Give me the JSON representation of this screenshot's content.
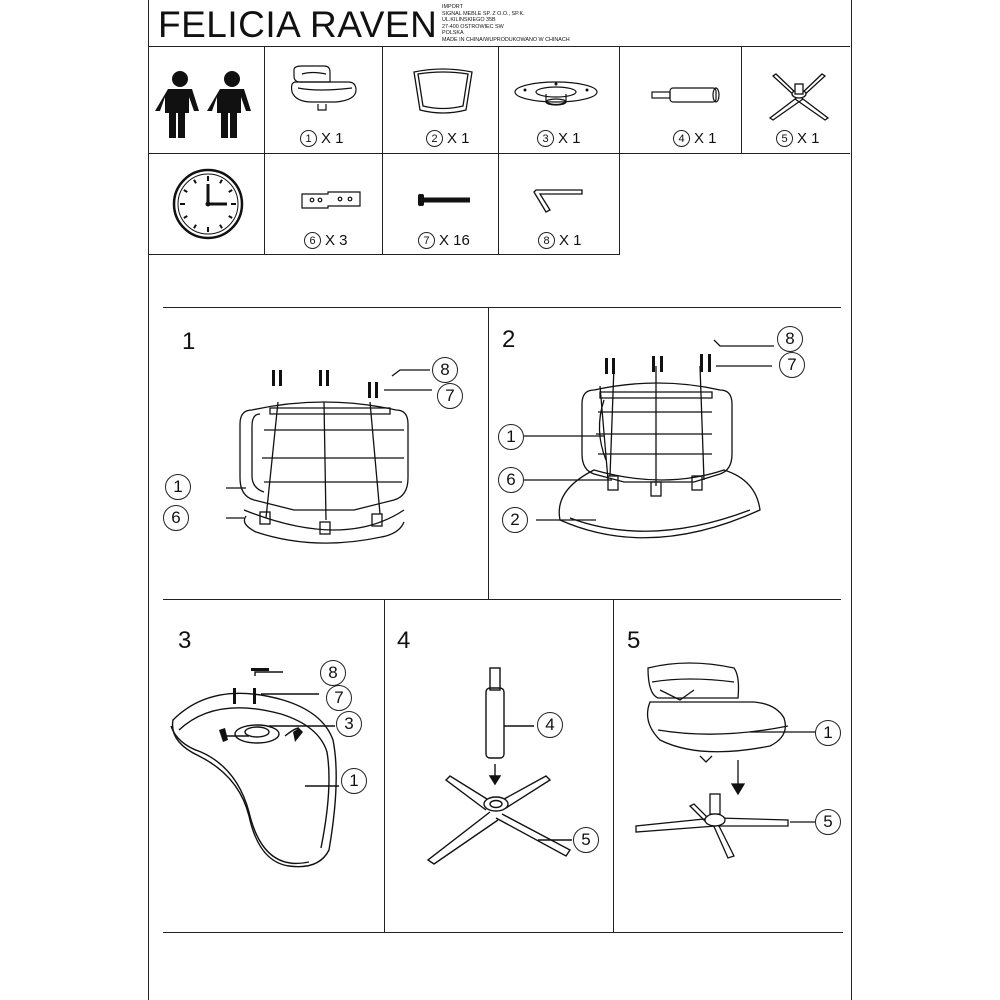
{
  "header": {
    "title": "FELICIA RAVEN",
    "importer_lines": [
      "IMPORT",
      "SIGNAL MEBLE SP. Z O.O., SP.K.",
      "UL.KILINSKIEGO 35B",
      "27-400 OSTROWIEC SW",
      "POLSKA",
      "MADE IN CHINA/WUPRODUKOWANO W CHINACH"
    ]
  },
  "parts": [
    {
      "num": "1",
      "qty": "X 1",
      "icon": "chair-seat-icon"
    },
    {
      "num": "2",
      "qty": "X 1",
      "icon": "seat-cushion-icon"
    },
    {
      "num": "3",
      "qty": "X 1",
      "icon": "mechanism-plate-icon"
    },
    {
      "num": "4",
      "qty": "X 1",
      "icon": "gas-lift-icon"
    },
    {
      "num": "5",
      "qty": "X 1",
      "icon": "star-base-icon"
    },
    {
      "num": "6",
      "qty": "X 3",
      "icon": "bracket-plate-icon"
    },
    {
      "num": "7",
      "qty": "X 16",
      "icon": "bolt-icon"
    },
    {
      "num": "8",
      "qty": "X 1",
      "icon": "allen-key-icon"
    }
  ],
  "steps": [
    {
      "num": "1",
      "callouts": [
        "8",
        "7",
        "1",
        "6"
      ]
    },
    {
      "num": "2",
      "callouts": [
        "8",
        "7",
        "1",
        "6",
        "2"
      ]
    },
    {
      "num": "3",
      "callouts": [
        "8",
        "7",
        "3",
        "1"
      ]
    },
    {
      "num": "4",
      "callouts": [
        "4",
        "5"
      ]
    },
    {
      "num": "5",
      "callouts": [
        "1",
        "5"
      ]
    }
  ]
}
